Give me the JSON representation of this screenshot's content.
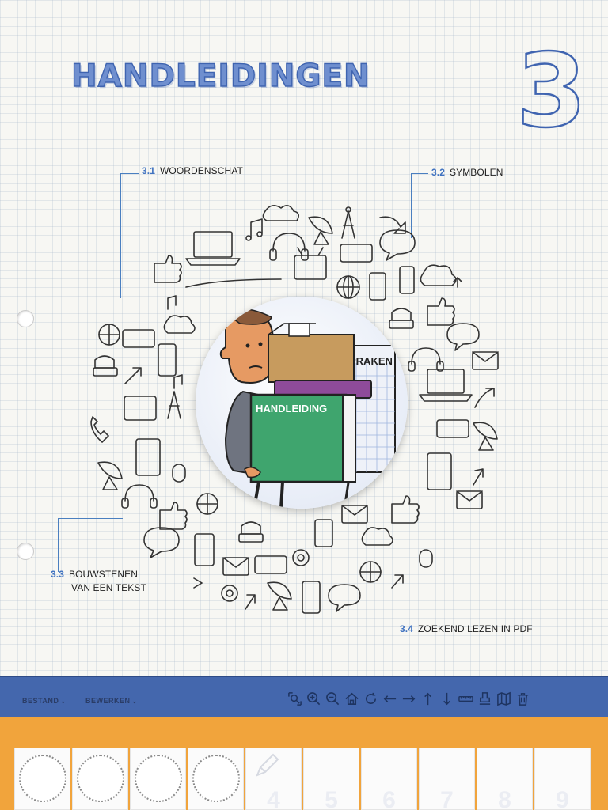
{
  "page": {
    "title": "HANDLEIDINGEN",
    "chapter_number": "3"
  },
  "callouts": [
    {
      "num": "3.1",
      "label": "WOORDENSCHAT"
    },
    {
      "num": "3.2",
      "label": "SYMBOLEN"
    },
    {
      "num": "3.3",
      "label_line1": "BOUWSTENEN",
      "label_line2": "VAN EEN TEKST"
    },
    {
      "num": "3.4",
      "label": "ZOEKEND LEZEN IN PDF"
    }
  ],
  "illustration": {
    "book_label": "HANDLEIDING",
    "sign_label": "PRAKEN"
  },
  "toolbar": {
    "menu": [
      {
        "label": "BESTAND"
      },
      {
        "label": "BEWERKEN"
      }
    ],
    "tools": [
      "magnify-icon",
      "zoom-in-icon",
      "zoom-out-icon",
      "home-icon",
      "rotate-icon",
      "arrow-left-icon",
      "arrow-right-icon",
      "arrow-up-icon",
      "arrow-down-icon",
      "ruler-icon",
      "stamp-icon",
      "map-icon",
      "trash-icon"
    ]
  },
  "tray": {
    "tabs": [
      {
        "num": "",
        "thumbnail": true
      },
      {
        "num": "",
        "thumbnail": true
      },
      {
        "num": "",
        "thumbnail": true
      },
      {
        "num": "",
        "thumbnail": true
      },
      {
        "num": "4",
        "thumbnail": false,
        "pencil": true
      },
      {
        "num": "5",
        "thumbnail": false
      },
      {
        "num": "6",
        "thumbnail": false
      },
      {
        "num": "7",
        "thumbnail": false
      },
      {
        "num": "8",
        "thumbnail": false
      },
      {
        "num": "9",
        "thumbnail": false
      }
    ]
  },
  "colors": {
    "accent_blue": "#3f64b0",
    "toolbar_blue": "#4467ad",
    "tray_orange": "#f1a43c"
  }
}
